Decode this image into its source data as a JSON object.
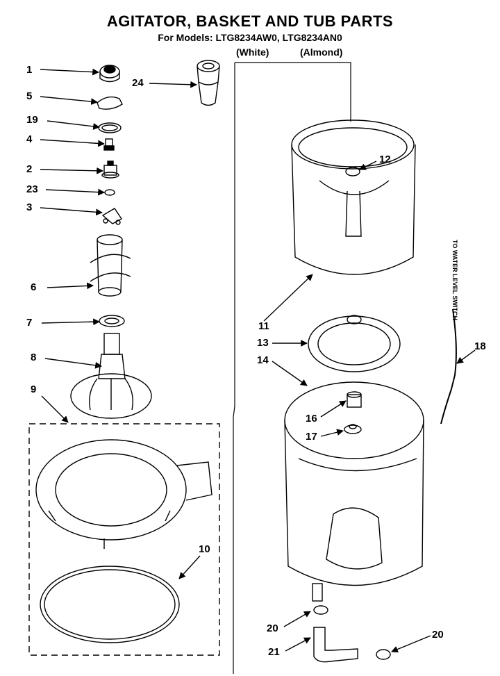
{
  "header": {
    "title": "AGITATOR, BASKET AND TUB PARTS",
    "subtitle": "For Models: LTG8234AW0, LTG8234AN0",
    "color_white": "(White)",
    "color_almond": "(Almond)"
  },
  "callouts": [
    {
      "id": "c1",
      "label": "1"
    },
    {
      "id": "c5",
      "label": "5"
    },
    {
      "id": "c19",
      "label": "19"
    },
    {
      "id": "c4",
      "label": "4"
    },
    {
      "id": "c2",
      "label": "2"
    },
    {
      "id": "c23",
      "label": "23"
    },
    {
      "id": "c3",
      "label": "3"
    },
    {
      "id": "c6",
      "label": "6"
    },
    {
      "id": "c7",
      "label": "7"
    },
    {
      "id": "c8",
      "label": "8"
    },
    {
      "id": "c9",
      "label": "9"
    },
    {
      "id": "c10",
      "label": "10"
    },
    {
      "id": "c24",
      "label": "24"
    },
    {
      "id": "c12",
      "label": "12"
    },
    {
      "id": "c11",
      "label": "11"
    },
    {
      "id": "c13",
      "label": "13"
    },
    {
      "id": "c14",
      "label": "14"
    },
    {
      "id": "c16",
      "label": "16"
    },
    {
      "id": "c17",
      "label": "17"
    },
    {
      "id": "c18",
      "label": "18"
    },
    {
      "id": "c20a",
      "label": "20"
    },
    {
      "id": "c20b",
      "label": "20"
    },
    {
      "id": "c21",
      "label": "21"
    }
  ],
  "side_label": "TO WATER LEVEL SWITCH"
}
